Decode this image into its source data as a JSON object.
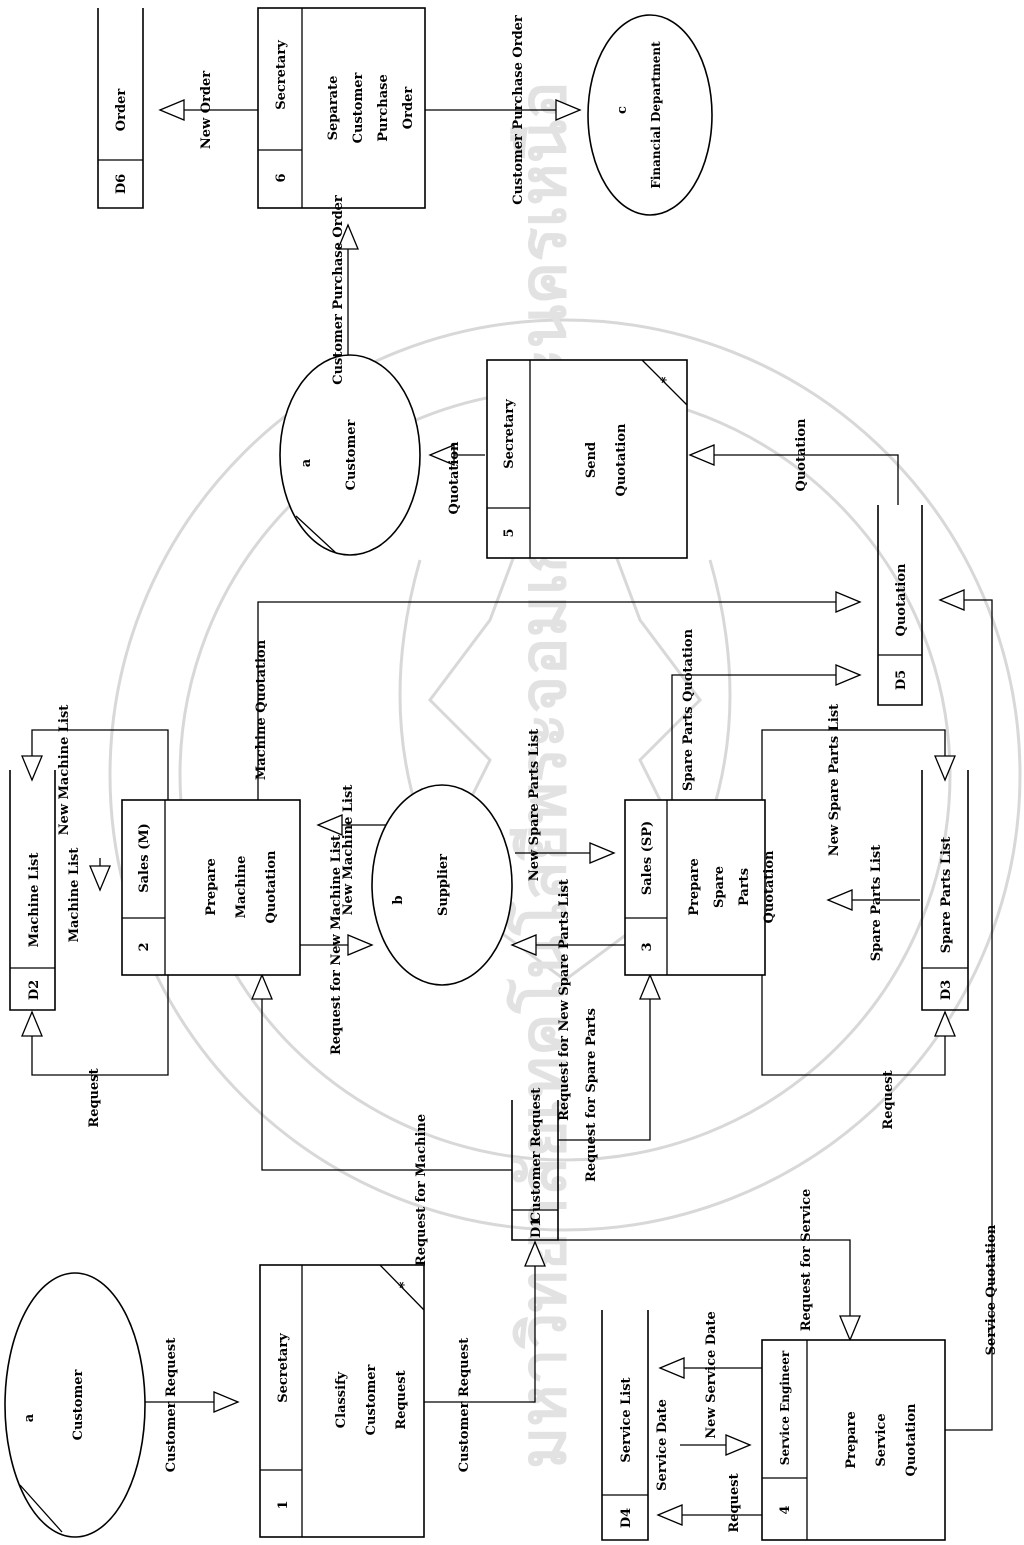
{
  "externals": [
    {
      "id": "ext-a-1",
      "letter": "a",
      "name": "Customer"
    },
    {
      "id": "ext-a-2",
      "letter": "a",
      "name": "Customer"
    },
    {
      "id": "ext-b",
      "letter": "b",
      "name": "Supplier"
    },
    {
      "id": "ext-c",
      "letter": "c",
      "name": "Financial Department"
    }
  ],
  "processes": [
    {
      "num": "1",
      "actor": "Secretary",
      "name": "Classify Customer Request",
      "duplicate": "*"
    },
    {
      "num": "2",
      "actor": "Sales (M)",
      "name": "Prepare Machine Quotation"
    },
    {
      "num": "3",
      "actor": "Sales (SP)",
      "name": "Prepare Spare Parts Quotation"
    },
    {
      "num": "4",
      "actor": "Service Engineer",
      "name": "Prepare Service Quotation"
    },
    {
      "num": "5",
      "actor": "Secretary",
      "name": "Send Quotation",
      "duplicate": "*"
    },
    {
      "num": "6",
      "actor": "Secretary",
      "name": "Separate Customer Purchase Order"
    }
  ],
  "stores": [
    {
      "id": "D1",
      "name": "Customer Request"
    },
    {
      "id": "D2",
      "name": "Machine List"
    },
    {
      "id": "D3",
      "name": "Spare Parts List"
    },
    {
      "id": "D4",
      "name": "Service List"
    },
    {
      "id": "D5",
      "name": "Quotation"
    },
    {
      "id": "D6",
      "name": "Order"
    }
  ],
  "flows": [
    {
      "id": "f1",
      "label": "Customer Request"
    },
    {
      "id": "f2",
      "label": "Customer Request"
    },
    {
      "id": "f3",
      "label": "Request for Machine"
    },
    {
      "id": "f4",
      "label": "Request for Spare Parts"
    },
    {
      "id": "f5",
      "label": "Request for Service"
    },
    {
      "id": "f6",
      "label": "Request"
    },
    {
      "id": "f7",
      "label": "Machine List"
    },
    {
      "id": "f8",
      "label": "New Machine List"
    },
    {
      "id": "f9",
      "label": "Request for New Machine List"
    },
    {
      "id": "f10",
      "label": "New Machine List"
    },
    {
      "id": "f11",
      "label": "Machine Quotation"
    },
    {
      "id": "f12",
      "label": "Request for New Spare Parts List"
    },
    {
      "id": "f13",
      "label": "New Spare Parts List"
    },
    {
      "id": "f14",
      "label": "Spare Parts Quotation"
    },
    {
      "id": "f15",
      "label": "New Spare Parts List"
    },
    {
      "id": "f16",
      "label": "Spare Parts List"
    },
    {
      "id": "f17",
      "label": "Request"
    },
    {
      "id": "f18",
      "label": "Request"
    },
    {
      "id": "f19",
      "label": "Service Date"
    },
    {
      "id": "f20",
      "label": "New Service Date"
    },
    {
      "id": "f21",
      "label": "Service Quotation"
    },
    {
      "id": "f22",
      "label": "Quotation"
    },
    {
      "id": "f23",
      "label": "Quotation"
    },
    {
      "id": "f24",
      "label": "Customer Purchase Order"
    },
    {
      "id": "f25",
      "label": "New Order"
    },
    {
      "id": "f26",
      "label": "Customer Purchase Order"
    }
  ],
  "watermark": {
    "text": "มหาวิทยาลัยเทคโนโลยีพระจอมเกล้าพระนครเหนือ"
  }
}
